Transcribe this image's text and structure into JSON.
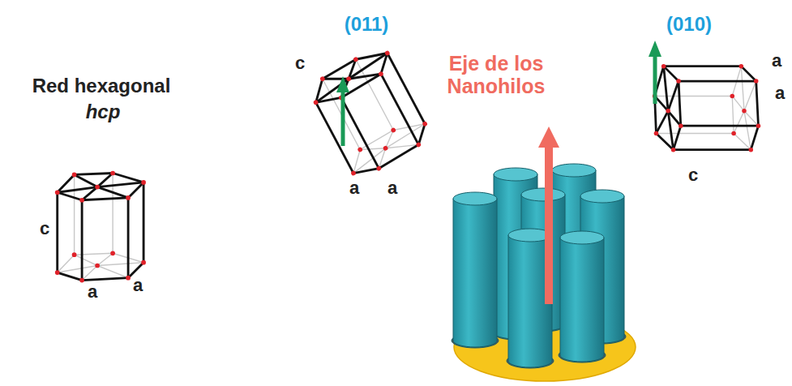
{
  "diagram": {
    "labels": [
      "Red hexagonal",
      "hcp",
      "c",
      "a",
      "a",
      "(011)",
      "c",
      "a",
      "a",
      "Eje de los Nanohilos",
      "(010)",
      "a",
      "a",
      "c"
    ]
  }
}
